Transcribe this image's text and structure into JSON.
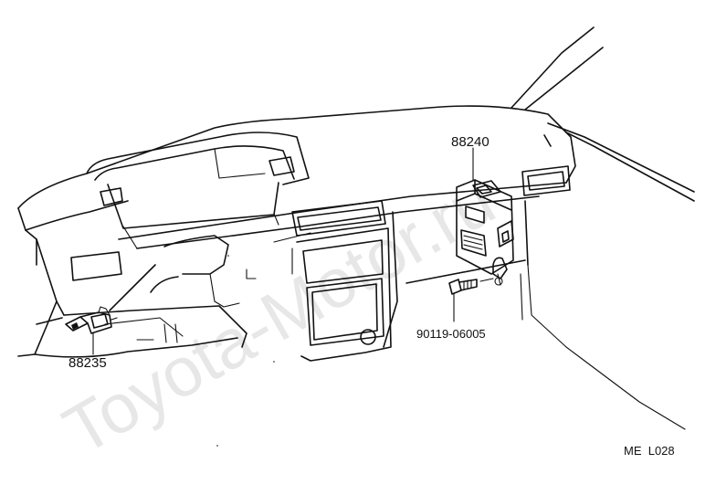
{
  "watermark": "Toyota-Motor.ru",
  "parts": {
    "relay_box": "88240",
    "bolt": "90119-06005",
    "switch": "88235"
  },
  "diagram_code": "ME  L028"
}
